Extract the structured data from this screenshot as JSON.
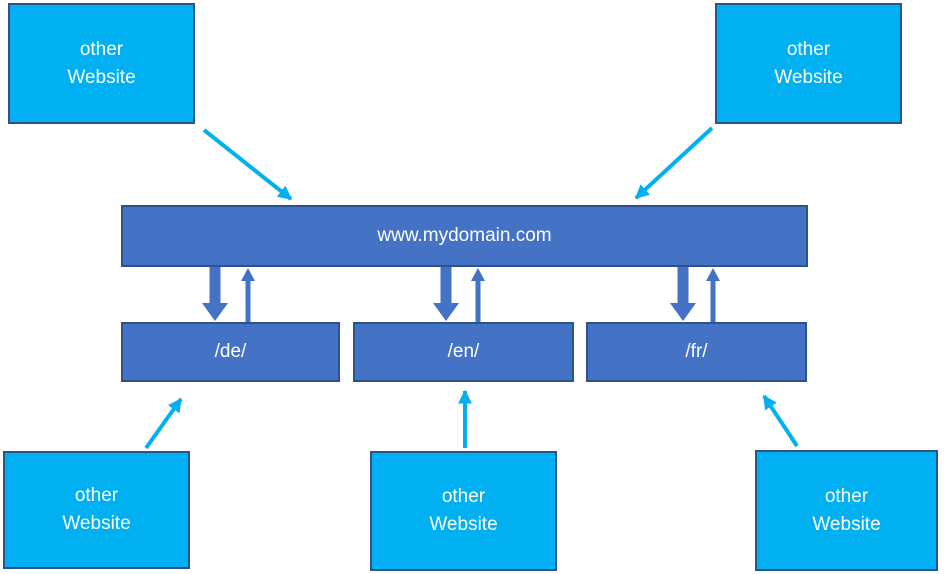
{
  "colors": {
    "external_fill": "#00b0f0",
    "internal_fill": "#4472c4",
    "border": "#2f528f",
    "text": "#ffffff",
    "external_arrow": "#00b0f0",
    "internal_arrow": "#4472c4",
    "background": "#ffffff"
  },
  "nodes": {
    "domain": {
      "label": "www.mydomain.com"
    },
    "subdirectories": [
      {
        "label": "/de/"
      },
      {
        "label": "/en/"
      },
      {
        "label": "/fr/"
      }
    ],
    "external_websites": [
      {
        "position": "top-left",
        "label": "other\nWebsite"
      },
      {
        "position": "top-right",
        "label": "other\nWebsite"
      },
      {
        "position": "bottom-left",
        "label": "other\nWebsite"
      },
      {
        "position": "bottom-middle",
        "label": "other\nWebsite"
      },
      {
        "position": "bottom-right",
        "label": "other\nWebsite"
      }
    ]
  }
}
